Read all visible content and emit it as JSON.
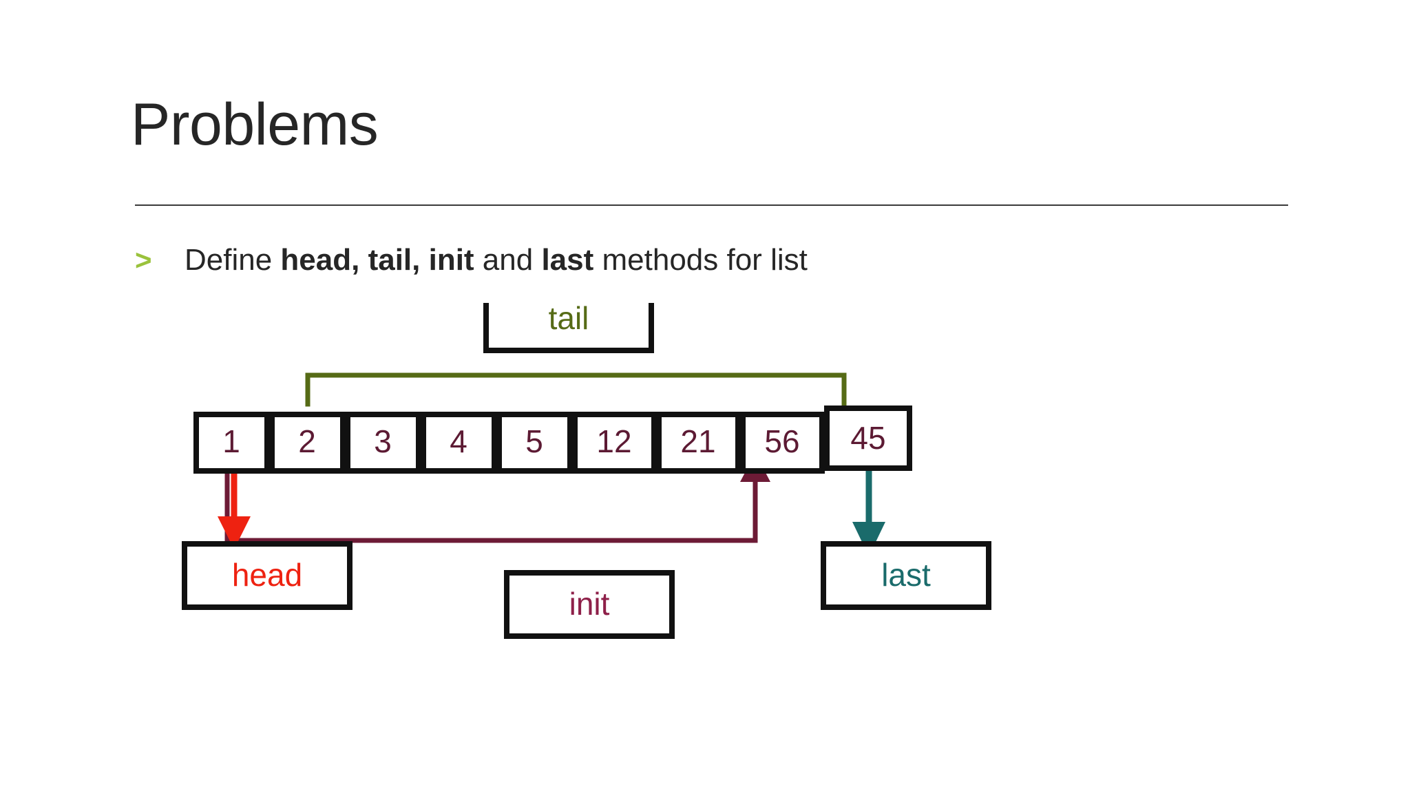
{
  "slide": {
    "title": "Problems",
    "bullet_marker": ">",
    "bullet": {
      "segments": [
        {
          "text": "Define ",
          "bold": false
        },
        {
          "text": "head, tail, init",
          "bold": true
        },
        {
          "text": " and ",
          "bold": false
        },
        {
          "text": "last",
          "bold": true
        },
        {
          "text": "  methods for list",
          "bold": false
        }
      ],
      "plain": "Define head, tail, init and last  methods for list"
    }
  },
  "diagram": {
    "list_cells": [
      {
        "value": "1"
      },
      {
        "value": "2"
      },
      {
        "value": "3"
      },
      {
        "value": "4"
      },
      {
        "value": "5"
      },
      {
        "value": "12"
      },
      {
        "value": "21"
      },
      {
        "value": "56"
      },
      {
        "value": "45"
      }
    ],
    "labels": {
      "tail": "tail",
      "head": "head",
      "init": "init",
      "last": "last"
    }
  },
  "colors": {
    "title_text": "#262626",
    "bullet_marker": "#9ac23c",
    "body_text": "#262626",
    "cell_value": "#5c1a33",
    "box_border": "#111111",
    "tail_accent": "#566b16",
    "head_accent": "#ee2211",
    "head_connector": "#6d1b36",
    "init_accent": "#8e2049",
    "last_accent": "#1a6b6b",
    "rule": "#3a3a3a",
    "background": "#ffffff"
  }
}
